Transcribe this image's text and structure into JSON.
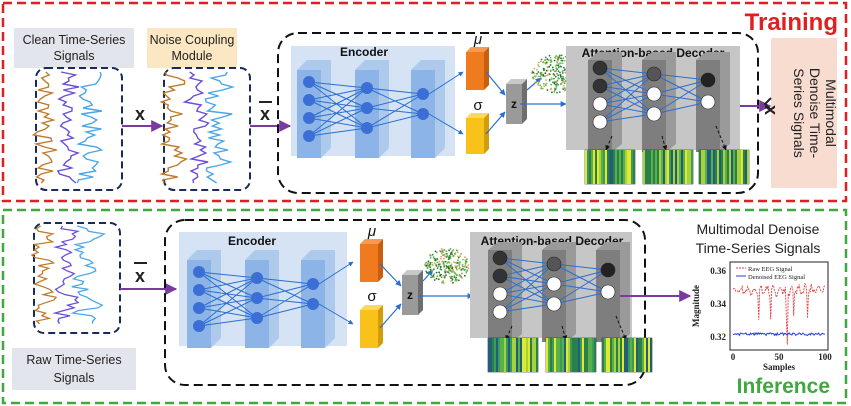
{
  "training": {
    "title": "Training",
    "clean_label_1": "Clean Time-Series",
    "clean_label_2": "Signals",
    "noise_label_1": "Noise Coupling",
    "noise_label_2": "Module",
    "x_label": "x",
    "xbar_label": "x",
    "encoder_title": "Encoder",
    "mu_label": "μ",
    "sigma_label": "σ",
    "z_label": "z",
    "decoder_title": "Attention-based Decoder",
    "xhat_label": "x",
    "output_label_1": "Multimodal",
    "output_label_2": "Denoise Time-",
    "output_label_3": "Series Signals"
  },
  "inference": {
    "title": "Inference",
    "raw_label_1": "Raw Time-Series",
    "raw_label_2": "Signals",
    "xbar_label": "x",
    "encoder_title": "Encoder",
    "mu_label": "μ",
    "sigma_label": "σ",
    "z_label": "z",
    "decoder_title": "Attention-based Decoder",
    "output_title_1": "Multimodal Denoise",
    "output_title_2": "Time-Series Signals"
  },
  "chart_data": {
    "type": "line",
    "xlabel": "Samples",
    "ylabel": "Magnitude",
    "xlim": [
      0,
      100
    ],
    "ylim": [
      0.315,
      0.365
    ],
    "xticks": [
      "0",
      "50",
      "100"
    ],
    "yticks": [
      "0.36",
      "0.34",
      "0.32"
    ],
    "legend": [
      "Raw EEG Signal",
      "Denoised EEG Signal"
    ],
    "legend_position": "top",
    "colors": {
      "raw": "#e04040",
      "denoised": "#2a3fd6"
    }
  },
  "colors": {
    "training_border": "#e02020",
    "inference_border": "#3fa83f",
    "panel_bg": "#eceef3",
    "label_box": "#e3e5ec",
    "noise_box": "#fbe8c2",
    "output_box": "#f8dcd0",
    "encoder_bg": "#d5e3f5",
    "mu": "#f07a1e",
    "sigma": "#f8c21a",
    "arrow": "#7a3aa0"
  }
}
